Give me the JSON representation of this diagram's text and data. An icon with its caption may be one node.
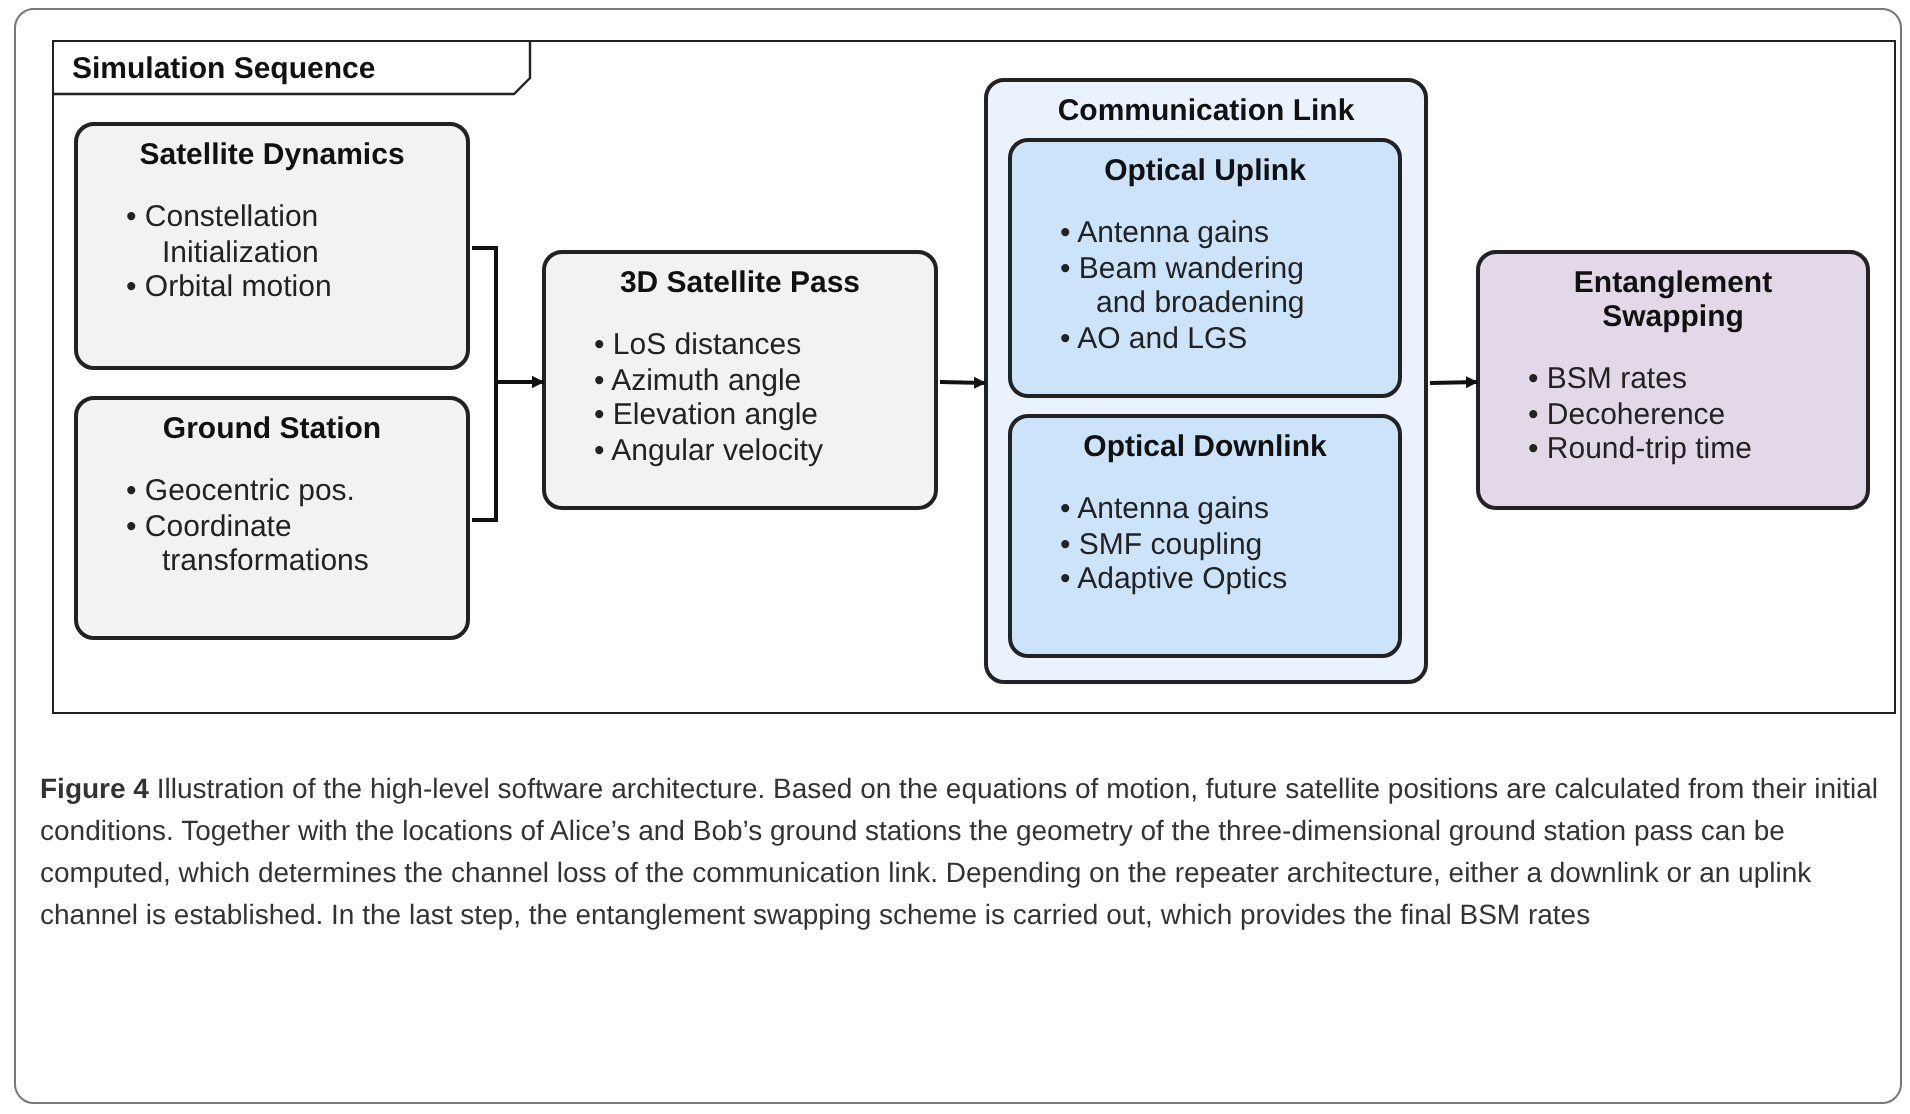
{
  "diagram": {
    "caption": "**Figure 4** Illustration of the high-level software architecture. Based on the equations of motion, future satellite positions are calculated from their initial conditions. Together with the locations of Alice’s and Bob’s ground stations the geometry of the three-dimensional ground station pass can be computed, which determines the channel loss of the communication link. Depending on the repeater architecture, either a downlink or an uplink channel is established. In the last step, the entanglement swapping scheme is carried out, which provides the final BSM rates",
    "nodes": [
      {
        "text": [
          "Simulation Sequence"
        ]
      },
      {
        "text": [
          "Satellite Dynamics",
          "• Constellation Initialization",
          "• Orbital motion"
        ],
        "in": 0
      },
      {
        "text": [
          "Ground Station",
          "• Geocentric pos.",
          "• Coordinate transformations"
        ],
        "in": 0
      },
      {
        "text": [
          "3D Satellite Pass",
          "• LoS distances",
          "• Azimuth angle",
          "• Elevation angle",
          "• Angular velocity"
        ],
        "in": 0
      },
      {
        "text": [
          "Communication Link"
        ],
        "in": 0
      },
      {
        "text": [
          "Optical Uplink",
          "• Antenna gains",
          "• Beam wandering and broadening",
          "• AO and LGS"
        ],
        "in": 4
      },
      {
        "text": [
          "Optical Downlink",
          "• Antenna gains",
          "• SMF coupling",
          "• Adaptive Optics"
        ],
        "in": 4
      },
      {
        "text": [
          "Entanglement Swapping",
          "• BSM rates",
          "• Decoherence",
          "• Round-trip time"
        ],
        "in": 0
      }
    ],
    "edges": [
      {
        "from": 1,
        "to": 3,
        "arrow": "to"
      },
      {
        "from": 2,
        "to": 3,
        "arrow": "to"
      },
      {
        "from": 3,
        "to": 4,
        "arrow": "to"
      },
      {
        "from": 4,
        "to": 7,
        "arrow": "to"
      }
    ]
  }
}
